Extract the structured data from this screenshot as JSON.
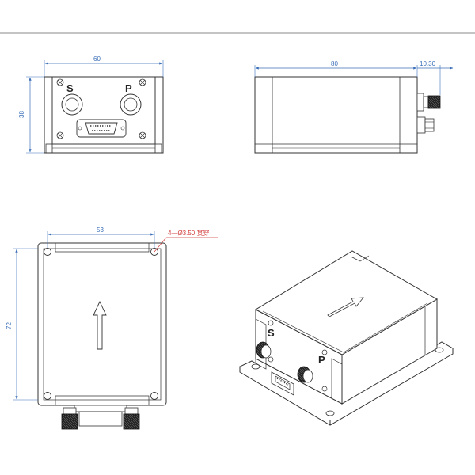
{
  "colors": {
    "dimension_line": "#3a6fb8",
    "annotation": "#d23a3a",
    "outline": "#333333",
    "body_fill": "#ffffff",
    "hardware_fill": "#1a1a1a"
  },
  "front_view": {
    "width_dim": "60",
    "height_dim": "38",
    "port_s": "S",
    "port_p": "P"
  },
  "side_view": {
    "length_dim": "80",
    "connector_dim": "10.30"
  },
  "top_view": {
    "hole_spacing_dim": "53",
    "length_dim": "72",
    "hole_note": "4—Ø3.50 贯穿"
  },
  "iso_view": {
    "port_s": "S",
    "port_p": "P"
  }
}
